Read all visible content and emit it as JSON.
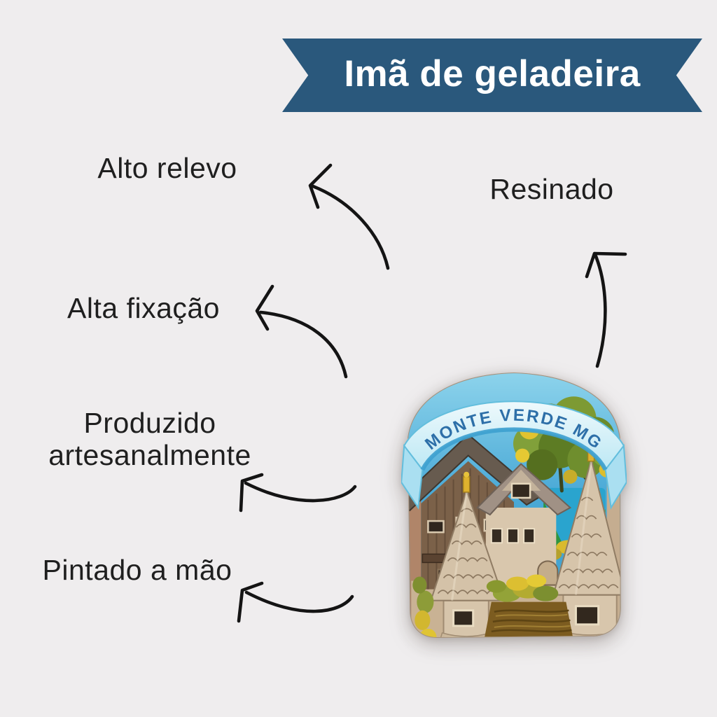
{
  "banner": {
    "title": "Imã de geladeira",
    "background_color": "#2a587c",
    "text_color": "#ffffff"
  },
  "features": [
    {
      "id": "alto-relevo",
      "label": "Alto relevo"
    },
    {
      "id": "resinado",
      "label": "Resinado"
    },
    {
      "id": "alta-fixacao",
      "label": "Alta fixação"
    },
    {
      "id": "produzido-artesanalmente",
      "label": "Produzido artesanalmente"
    },
    {
      "id": "pintado-a-mao",
      "label": "Pintado a mão"
    }
  ],
  "magnet": {
    "banner_text": "MONTE VERDE MG"
  },
  "arrows": [
    {
      "name": "arrow-to-alto-relevo"
    },
    {
      "name": "arrow-to-resinado"
    },
    {
      "name": "arrow-to-alta-fixacao"
    },
    {
      "name": "arrow-to-produzido-artesanalmente"
    },
    {
      "name": "arrow-to-pintado-a-mao"
    }
  ],
  "colors": {
    "page_background": "#efedee",
    "label_text": "#1f1f1f",
    "arrow": "#141414",
    "magnet_banner_text": "#2d6fa8",
    "magnet_sky": "#4aa9d6",
    "magnet_ceramic": "#d6c4aa"
  }
}
